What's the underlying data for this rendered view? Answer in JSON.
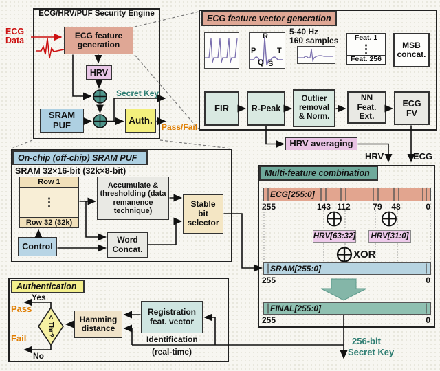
{
  "colors": {
    "salmon": "#dfa795",
    "pink_lavender": "#e9c7e7",
    "light_blue": "#aed0e2",
    "yellow": "#f3ef7d",
    "teal_fill": "#6fa99b",
    "xor_teal": "#4f968c",
    "tan": "#f4e6c4",
    "light_gray": "#e9e9e4",
    "mint": "#d9e9e1",
    "sram_bar_blue": "#b7d4e1",
    "final_bar_teal": "#8fc0b1",
    "orange_text": "#e07d00",
    "red_text": "#cc1111",
    "teal_text": "#2e7d72"
  },
  "engine": {
    "title": "ECG/HRV/PUF Security Engine",
    "ecg_data": "ECG Data",
    "ecg_feature_generation": "ECG feature generation",
    "hrv": "HRV",
    "sram_puf": "SRAM PUF",
    "auth": "Auth.",
    "secret_key": "Secret Key",
    "pass_fail": "Pass/Fail"
  },
  "ecg_fvg": {
    "title": "ECG feature vector generation",
    "filter_line1": "5-40 Hz",
    "filter_line2": "160 samples",
    "wave_labels": {
      "r": "R",
      "p": "P",
      "q": "Q",
      "s": "S",
      "t": "T"
    },
    "feat_top": "Feat. 1",
    "feat_dots": "⋮",
    "feat_bottom": "Feat. 256",
    "msb": "MSB concat.",
    "fir": "FIR",
    "rpeak": "R-Peak",
    "outlier": "Outlier removal & Norm.",
    "nn_feat": "NN Feat. Ext.",
    "ecg_fv": "ECG FV",
    "hrv_averaging": "HRV averaging",
    "hrv_out": "HRV",
    "ecg_out": "ECG"
  },
  "sram_panel": {
    "title": "On-chip (off-chip) SRAM PUF",
    "subtitle": "SRAM 32×16-bit (32k×8-bit)",
    "row1": "Row 1",
    "dots": "⋮",
    "row32": "Row 32 (32k)",
    "control": "Control",
    "accumulate": "Accumulate & thresholding (data remanence technique)",
    "word_concat": "Word Concat.",
    "stable_bit": "Stable bit selector"
  },
  "multi_feature": {
    "title": "Multi-feature combination",
    "ecg_bar": "ECG[255:0]",
    "ecg_ticks": [
      "255",
      "143",
      "112",
      "79",
      "48",
      "0"
    ],
    "hrv_high": "HRV[63:32]",
    "hrv_low": "HRV[31:0]",
    "xor": "XOR",
    "sram_bar": "SRAM[255:0]",
    "sram_left": "255",
    "sram_right": "0",
    "final_bar": "FINAL[255:0]",
    "final_left": "255",
    "final_right": "0",
    "out_line1": "256-bit",
    "out_line2": "Secret Key"
  },
  "authentication": {
    "title": "Authentication",
    "threshold": "< Thr?",
    "hamming": "Hamming distance",
    "registration": "Registration feat. vector",
    "ident_line1": "Identification",
    "ident_line2": "(real-time)",
    "yes": "Yes",
    "no": "No",
    "pass": "Pass",
    "fail": "Fail"
  }
}
